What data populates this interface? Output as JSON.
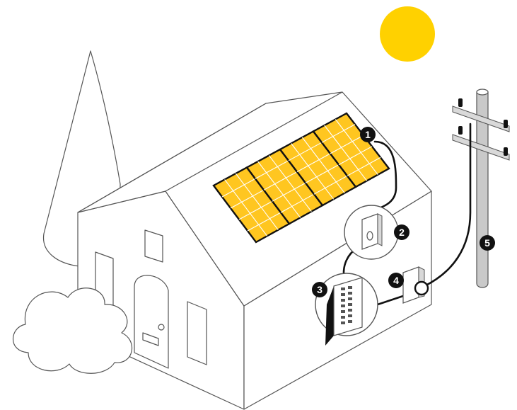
{
  "colors": {
    "sun": "#FFD100",
    "panel": "#FFC620",
    "outline": "#555555",
    "wire": "#111111",
    "pole": "#C9C9C9"
  },
  "badges": [
    {
      "id": 1,
      "label": "1",
      "name": "solar-panels"
    },
    {
      "id": 2,
      "label": "2",
      "name": "inverter"
    },
    {
      "id": 3,
      "label": "3",
      "name": "breaker-panel"
    },
    {
      "id": 4,
      "label": "4",
      "name": "utility-meter"
    },
    {
      "id": 5,
      "label": "5",
      "name": "utility-grid"
    }
  ],
  "icons": [
    "sun-icon",
    "tree-icon",
    "bush-icon",
    "house-icon",
    "solar-panel-icon",
    "inverter-icon",
    "breaker-panel-icon",
    "meter-icon",
    "utility-pole-icon"
  ]
}
